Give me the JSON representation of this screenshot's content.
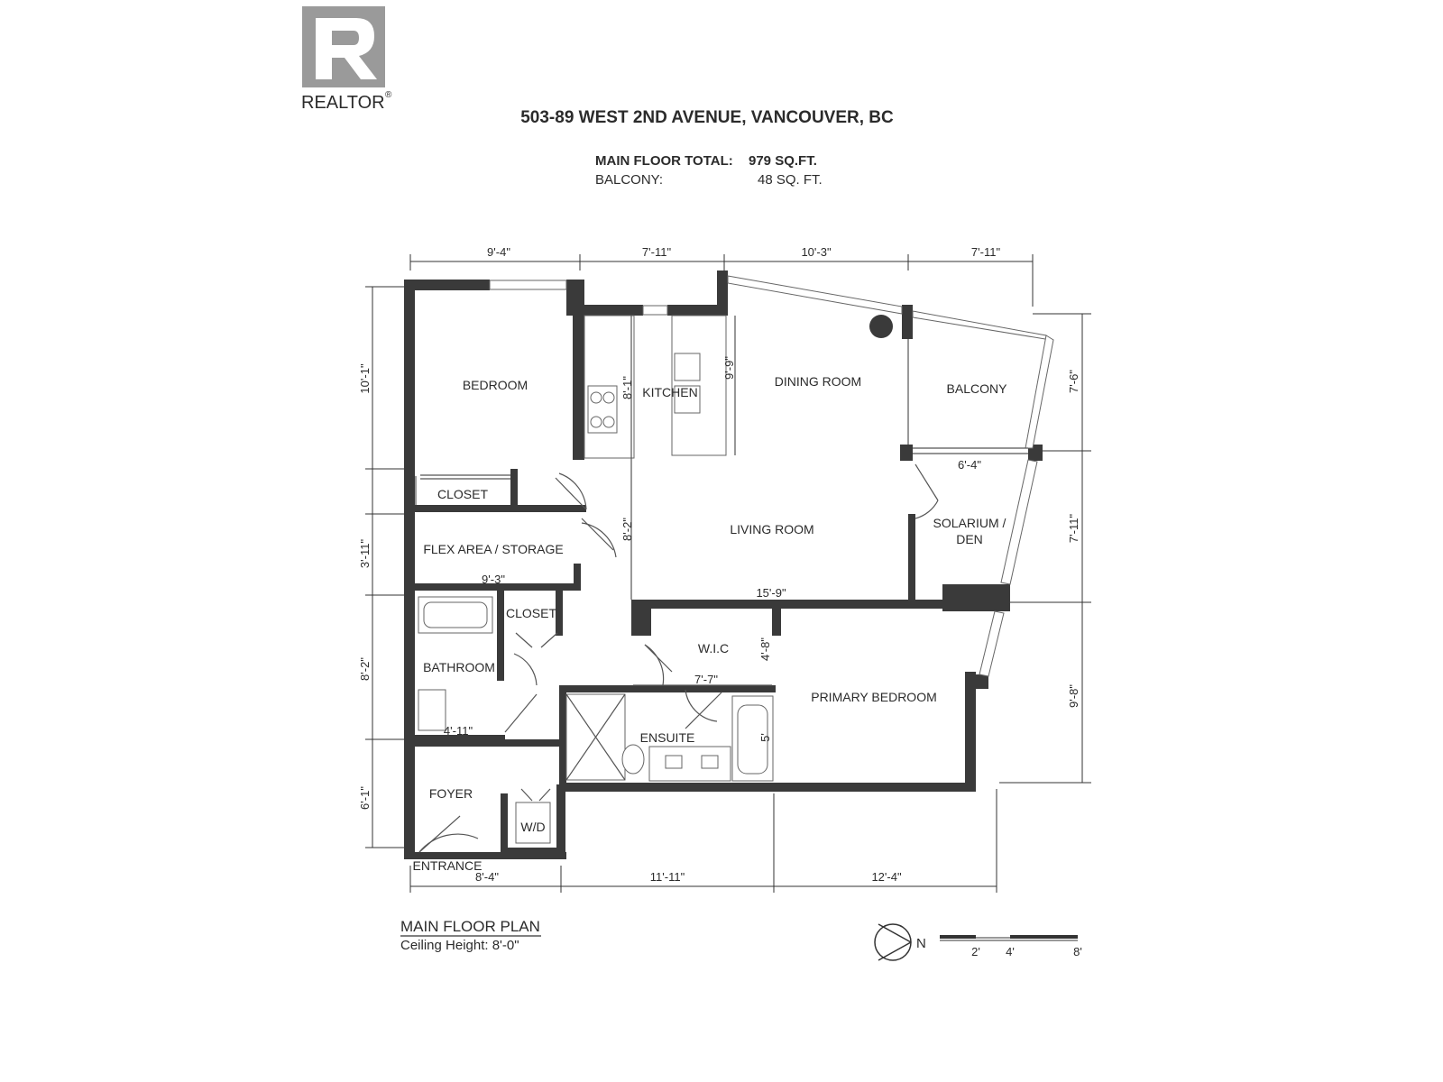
{
  "logo": {
    "text": "REALTOR",
    "mark": "®"
  },
  "address": "503-89 WEST 2ND AVENUE, VANCOUVER, BC",
  "areas": {
    "main_label": "MAIN FLOOR TOTAL:",
    "main_value": "979 SQ.FT.",
    "balcony_label": "BALCONY:",
    "balcony_value": "48 SQ. FT."
  },
  "rooms": {
    "bedroom": "BEDROOM",
    "closet1": "CLOSET",
    "flex": "FLEX AREA / STORAGE",
    "kitchen": "KITCHEN",
    "dining": "DINING ROOM",
    "balcony": "BALCONY",
    "living": "LIVING ROOM",
    "solarium_l1": "SOLARIUM /",
    "solarium_l2": "DEN",
    "closet2": "CLOSET",
    "bathroom": "BATHROOM",
    "wic": "W.I.C",
    "primary": "PRIMARY BEDROOM",
    "ensuite": "ENSUITE",
    "foyer": "FOYER",
    "wd": "W/D",
    "entrance": "ENTRANCE"
  },
  "dims": {
    "top_a": "9'-4\"",
    "top_b": "7'-11\"",
    "top_c": "10'-3\"",
    "top_d": "7'-11\"",
    "left_a": "10'-1\"",
    "left_b": "3'-11\"",
    "left_c": "8'-2\"",
    "left_d": "6'-1\"",
    "right_a": "7'-6\"",
    "right_b": "7'-11\"",
    "right_c": "9'-8\"",
    "bottom_a": "8'-4\"",
    "bottom_b": "11'-11\"",
    "bottom_c": "12'-4\"",
    "kitchen_v": "8'-1\"",
    "kitchen_v2": "9'-9\"",
    "hall_v": "8'-2\"",
    "flex_w": "9'-3\"",
    "living_w": "15'-9\"",
    "wic_v": "4'-8\"",
    "wic_w": "7'-7\"",
    "bath_w": "4'-11\"",
    "ensuite_v": "5'",
    "solarium_w": "6'-4\""
  },
  "footer": {
    "title": "MAIN FLOOR PLAN",
    "ceiling": "Ceiling Height: 8'-0\""
  },
  "north": "N",
  "scale": {
    "s1": "2'",
    "s2": "4'",
    "s3": "8'"
  }
}
